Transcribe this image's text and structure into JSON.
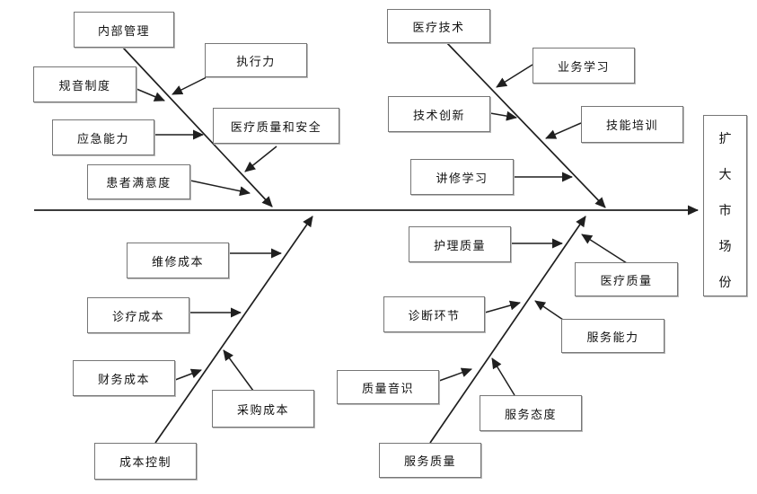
{
  "diagram": {
    "type": "fishbone",
    "effect": "扩大市场份",
    "main_branches": [
      {
        "position": "top-left",
        "head": "内部管理",
        "sub_causes": [
          "执行力",
          "规音制度",
          "应急能力",
          "医疗质量和安全",
          "患者满意度"
        ]
      },
      {
        "position": "top-right",
        "head": "医疗技术",
        "sub_causes": [
          "业务学习",
          "技术创新",
          "技能培训",
          "讲修学习"
        ]
      },
      {
        "position": "bottom-left",
        "head": "成本控制",
        "sub_causes": [
          "维修成本",
          "诊疗成本",
          "财务成本",
          "采购成本"
        ]
      },
      {
        "position": "bottom-right",
        "head": "服务质量",
        "sub_causes": [
          "护理质量",
          "医疗质量",
          "诊断环节",
          "服务能力",
          "质量音识",
          "服务态度"
        ]
      }
    ]
  },
  "labels": {
    "internal_management": "内部管理",
    "execution": "执行力",
    "rules_system": "规音制度",
    "medical_quality_safety": "医疗质量和安全",
    "emergency_capability": "应急能力",
    "patient_satisfaction": "患者满意度",
    "medical_technology": "医疗技术",
    "business_learning": "业务学习",
    "technical_innovation": "技术创新",
    "skill_training": "技能培训",
    "further_study": "讲修学习",
    "nursing_quality": "护理质量",
    "medical_quality": "医疗质量",
    "diagnosis_process": "诊断环节",
    "service_capability": "服务能力",
    "quality_awareness": "质量音识",
    "service_attitude": "服务态度",
    "maintenance_cost": "维修成本",
    "treatment_cost": "诊疗成本",
    "financial_cost": "财务成本",
    "procurement_cost": "采购成本",
    "cost_control": "成本控制",
    "service_quality": "服务质量",
    "effect": "扩大市场份"
  },
  "colors": {
    "line": "#1f1f1f",
    "box_border": "#767676",
    "background": "#ffffff",
    "text": "#111111"
  }
}
